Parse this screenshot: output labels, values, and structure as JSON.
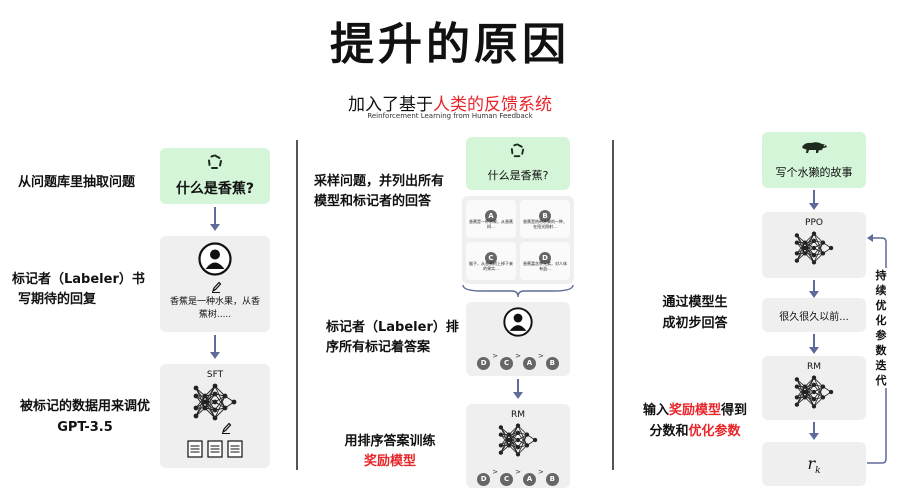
{
  "title": "提升的原因",
  "subtitle": {
    "prefix": "加入了基于",
    "highlight": "人类的反馈系统"
  },
  "subtitle_en": "Reinforcement Learning from Human Feedback",
  "step1": {
    "label1": "从问题库里抽取问题",
    "prompt": "什么是香蕉?",
    "label2_line1": "标记者（Labeler）书",
    "label2_line2": "写期待的回复",
    "answer": "香蕉是一种水果，从香蕉树.....",
    "label3_line1": "被标记的数据用来调优",
    "label3_line2": "GPT-3.5",
    "model": "SFT"
  },
  "step2": {
    "label1_line1": "采样问题，并列出所有",
    "label1_line2": "模型和标记者的回答",
    "prompt": "什么是香蕉?",
    "options": [
      {
        "letter": "A",
        "text": "香蕉是一种水果，从香蕉树..."
      },
      {
        "letter": "B",
        "text": "香蕉是热带水果的一种，在阳光照射..."
      },
      {
        "letter": "C",
        "text": "猴子，从香蕉树上掉下来的果实..."
      },
      {
        "letter": "D",
        "text": "香蕉富含钾元素，对人体有益..."
      }
    ],
    "label2_line1": "标记者（Labeler）排",
    "label2_line2": "序所有标记着答案",
    "ranking": [
      "D",
      "C",
      "A",
      "B"
    ],
    "label3_line1": "用排序答案训练",
    "label3_line2": "奖励模型",
    "model": "RM"
  },
  "step3": {
    "prompt": "写个水獭的故事",
    "policy_model": "PPO",
    "output": "很久很久以前...",
    "label1_line1": "通过模型生",
    "label1_line2": "成初步回答",
    "label2_prefix": "输入",
    "label2_red1": "奖励模型",
    "label2_mid": "得到",
    "label2_line2_prefix": "分数和",
    "label2_red2": "优化参数",
    "reward_model": "RM",
    "reward_symbol": "r",
    "reward_sub": "k",
    "loop_label": [
      "持",
      "续",
      "优",
      "化",
      "参",
      "数",
      "迭",
      "代"
    ]
  },
  "colors": {
    "accent": "#e8262a",
    "green_box": "#d4f5d8",
    "card": "#efefef",
    "arrow": "#5f6b9a"
  },
  "icons": [
    "openai-logo-icon",
    "person-icon",
    "pencil-icon",
    "neural-network-icon",
    "document-icon",
    "otter-icon"
  ]
}
